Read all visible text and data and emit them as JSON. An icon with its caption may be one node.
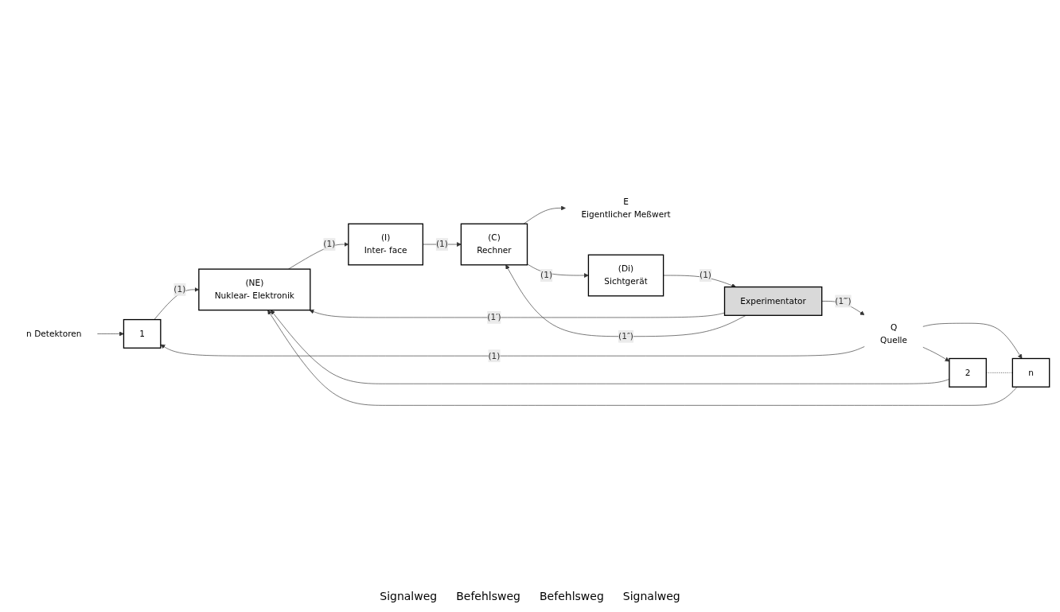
{
  "diagram": {
    "nodes": [
      {
        "text": [
          "n Detektoren"
        ]
      },
      {
        "text": [
          "1"
        ]
      },
      {
        "text": [
          "2"
        ]
      },
      {
        "text": [
          "n"
        ]
      },
      {
        "text": [
          "Q"
        ],
        "beside": [
          "Quelle"
        ]
      },
      {
        "text": [
          "(NE)",
          "Nuklear- Elektronik"
        ]
      },
      {
        "text": [
          "(I)",
          "Inter- face"
        ]
      },
      {
        "text": [
          "(C)",
          "Rechner"
        ]
      },
      {
        "text": [
          "E"
        ],
        "beside": [
          "Eigentlicher Meßwert"
        ]
      },
      {
        "text": [
          "Experimentator"
        ]
      },
      {
        "text": [
          "(Di)",
          "Sichtgerät"
        ]
      }
    ],
    "edges": [
      {
        "from": 0,
        "to": 1,
        "arrow": "to"
      },
      {
        "from": 4,
        "to": 1,
        "arrow": "to",
        "label": "(1)"
      },
      {
        "from": 4,
        "to": 2,
        "arrow": "to"
      },
      {
        "from": 4,
        "to": 3,
        "arrow": "to"
      },
      {
        "from": 2,
        "to": 3,
        "arrow": "none",
        "style": "dashed"
      },
      {
        "from": 1,
        "to": 5,
        "arrow": "to",
        "label": "(1)"
      },
      {
        "from": 2,
        "to": 5,
        "arrow": "to"
      },
      {
        "from": 3,
        "to": 5,
        "arrow": "to"
      },
      {
        "from": 5,
        "to": 6,
        "arrow": "to",
        "label": "(1)"
      },
      {
        "from": 6,
        "to": 7,
        "arrow": "to",
        "label": "(1)"
      },
      {
        "from": 7,
        "to": 8,
        "arrow": "to"
      },
      {
        "from": 9,
        "to": 5,
        "arrow": "to",
        "label": "(1′)"
      },
      {
        "from": 9,
        "to": 7,
        "arrow": "to",
        "label": "(1″)"
      },
      {
        "from": 9,
        "to": 4,
        "arrow": "to",
        "label": "(1‴)"
      },
      {
        "from": 7,
        "to": 10,
        "arrow": "to",
        "label": "(1)"
      },
      {
        "from": 10,
        "to": 9,
        "arrow": "to",
        "label": "(1)"
      }
    ],
    "labels": [
      "Signalweg",
      "Befehlsweg",
      "Befehlsweg",
      "Signalweg"
    ]
  }
}
